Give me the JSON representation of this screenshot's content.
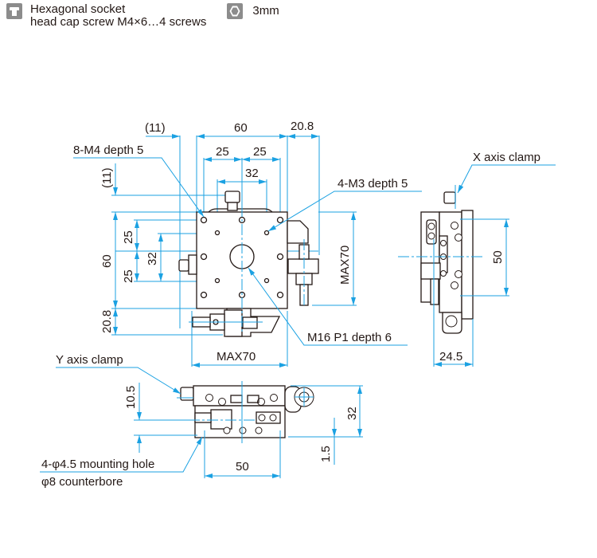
{
  "legend": {
    "screw_icon": "hex-socket-screw-icon",
    "screw_line1": "Hexagonal socket",
    "screw_line2": "head cap screw M4×6…4 screws",
    "wrench_icon": "hexagon-wrench-icon",
    "wrench_size": "3mm"
  },
  "colors": {
    "dimension_blue": "#1ba1e2",
    "outline": "#231815",
    "icon_gray": "#8c8c8c"
  },
  "top_view": {
    "dim_offset_left": "(11)",
    "dim_width": "60",
    "dim_right": "20.8",
    "dim_hole_left": "25",
    "dim_hole_right": "25",
    "dim_hole_inner": "32",
    "dim_offset_top": "(11)",
    "dim_height": "60",
    "dim_v_upper": "25",
    "dim_v_lower": "25",
    "dim_v_inner": "32",
    "dim_bottom": "20.8",
    "dim_max_width": "MAX70",
    "dim_max_height": "MAX70",
    "callout_m4": "8-M4 depth 5",
    "callout_m3": "4-M3 depth 5",
    "callout_m16": "M16 P1 depth 6"
  },
  "side_view": {
    "callout_x_clamp": "X axis clamp",
    "dim_height": "50",
    "dim_width": "24.5"
  },
  "front_view": {
    "callout_y_clamp": "Y axis clamp",
    "dim_upper": "10.5",
    "dim_total": "32",
    "dim_base": "1.5",
    "dim_hole_pitch": "50",
    "callout_hole_line1": "4-φ4.5 mounting hole",
    "callout_hole_line2": "φ8 counterbore"
  }
}
